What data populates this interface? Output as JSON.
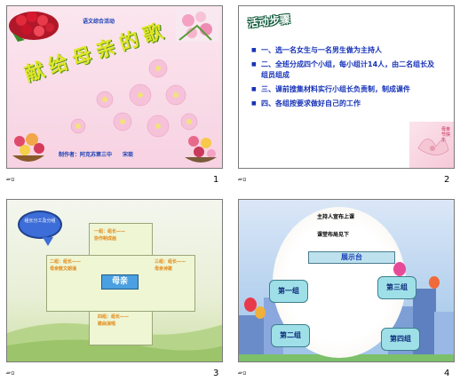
{
  "slides": [
    {
      "number": "1",
      "header": "语文综合活动",
      "title": "献给母亲的歌",
      "footer": "制作者：阿克苏第三中　　宋琰"
    },
    {
      "number": "2",
      "title": "活动步骤",
      "items": [
        "一、选一名女生与一名男生做为主持人",
        "二、全班分成四个小组，每小组计14人，由二名组长及组员组成",
        "三、课前搜集材料实行小组长负责制，制成课件",
        "四、各组按要求做好自己的工作"
      ],
      "corner_caption": "母亲节快乐"
    },
    {
      "number": "3",
      "bubble": "组长分工及分组",
      "center": "母亲",
      "labels": {
        "top": "一组：组长——　　　　协作制成画",
        "left": "二组：组长——\n母亲散文朗诵",
        "right": "三组：组长——\n母亲诗歌",
        "bottom": "四组：组长——\n歌曲演唱"
      }
    },
    {
      "number": "4",
      "line1": "主持人宣布上课",
      "line2": "课堂布局见下",
      "stage": "展示台",
      "groups": [
        "第一组",
        "第二组",
        "第三组",
        "第四组"
      ]
    }
  ],
  "colors": {
    "title_blue": "#1733b8",
    "title_yellow": "#e0e428",
    "group_box": "#9fe0e8",
    "speech_bubble": "#3d6dd8"
  },
  "icons": [
    "flower-bouquet-icon",
    "speech-bubble-icon",
    "balloon-icon"
  ]
}
